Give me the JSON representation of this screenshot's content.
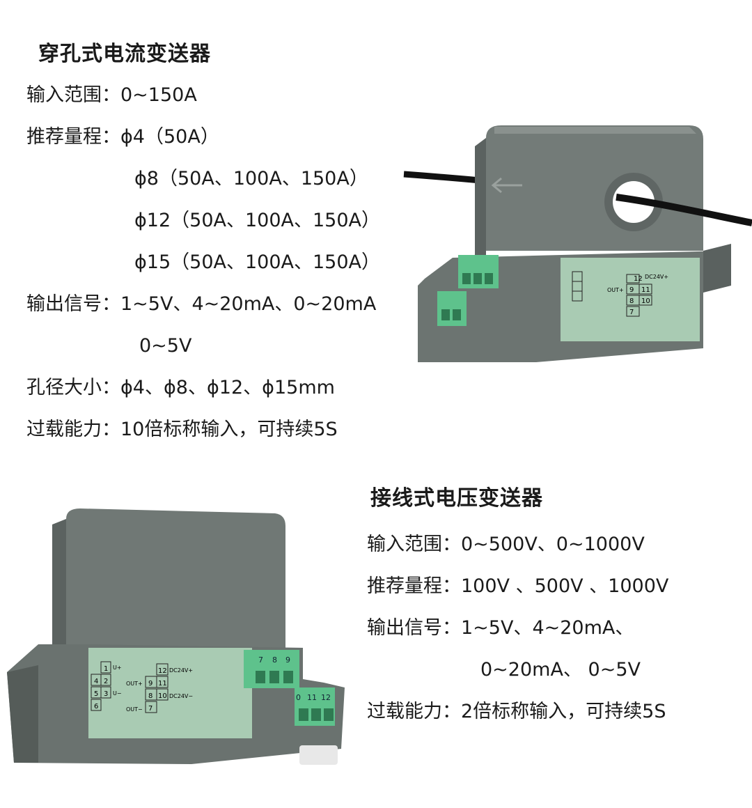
{
  "current_transmitter": {
    "title": "穿孔式电流变送器",
    "specs": [
      {
        "label": "输入范围",
        "colon": "：",
        "values": [
          "0~150A"
        ]
      },
      {
        "label": "推荐量程",
        "colon": "：",
        "values": [
          "ϕ4（50A）",
          "ϕ8（50A、100A、150A）",
          "ϕ12（50A、100A、150A）",
          "ϕ15（50A、100A、150A）"
        ]
      },
      {
        "label": "输出信号",
        "colon": "：",
        "values": [
          "1~5V、4~20mA、0~20mA",
          "0~5V"
        ]
      },
      {
        "label": "孔径大小",
        "colon": "：",
        "values": [
          "ϕ4、ϕ8、ϕ12、ϕ15mm"
        ]
      },
      {
        "label": "过载能力",
        "colon": "：",
        "values": [
          "10倍标称输入，可持续5S"
        ]
      }
    ],
    "device_label": {
      "power": "DC24V+",
      "out": "OUT+",
      "terminals": [
        "12",
        "9",
        "11",
        "8",
        "10",
        "7"
      ]
    }
  },
  "voltage_transmitter": {
    "title": "接线式电压变送器",
    "specs": [
      {
        "label": "输入范围",
        "colon": "：",
        "values": [
          "0~500V、0~1000V"
        ]
      },
      {
        "label": "推荐量程",
        "colon": "：",
        "values": [
          "100V 、500V 、1000V"
        ]
      },
      {
        "label": "输出信号",
        "colon": "：",
        "values": [
          "1~5V、4~20mA、",
          "0~20mA、 0~5V"
        ]
      },
      {
        "label": "过载能力",
        "colon": "：",
        "values": [
          "2倍标称输入，可持续5S"
        ]
      }
    ],
    "device_label": {
      "u_plus": "U+",
      "u_minus": "U−",
      "power_plus": "DC24V+",
      "power_minus": "DC24V−",
      "out_plus": "OUT+",
      "out_minus": "OUT−",
      "left_terminals": [
        "1",
        "4",
        "2",
        "5",
        "3",
        "6"
      ],
      "right_terminals": [
        "12",
        "9",
        "11",
        "8",
        "10",
        "7"
      ],
      "top_connector": [
        "7",
        "8",
        "9"
      ],
      "bottom_connector": [
        "0",
        "11",
        "12"
      ]
    }
  },
  "colors": {
    "housing": "#6f7774",
    "housing_dark": "#555c59",
    "label_panel": "#a9cbb3",
    "connector": "#5fc48e",
    "cable": "#111111"
  }
}
